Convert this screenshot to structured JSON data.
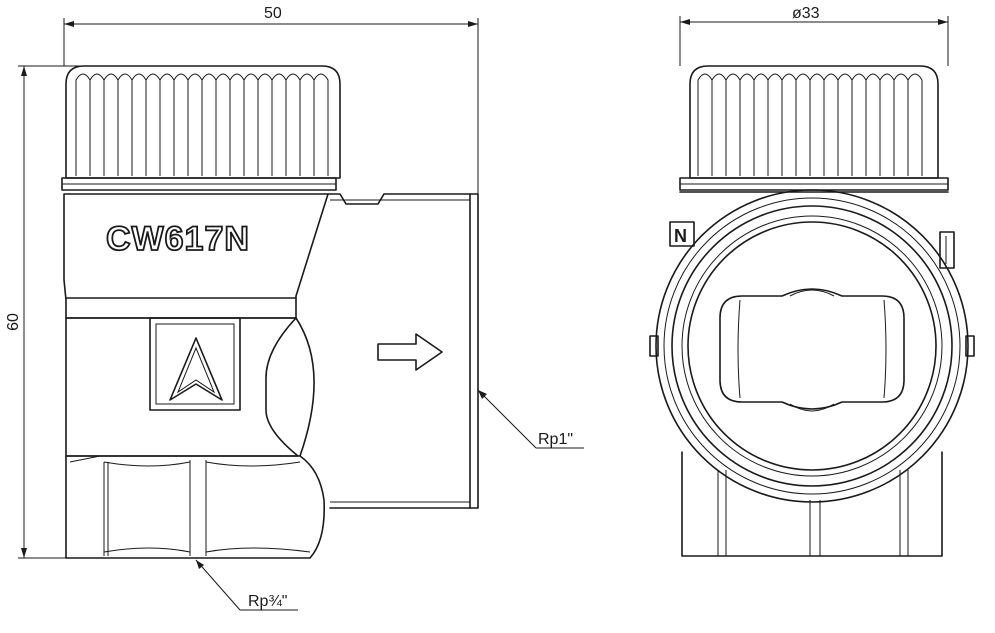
{
  "dimensions": {
    "width": "50",
    "diameter": "ø33",
    "height": "60"
  },
  "threads": {
    "outlet": "Rp1\"",
    "inlet": "Rp¾\""
  },
  "body_marking": "CW617N",
  "side_mark": "N"
}
